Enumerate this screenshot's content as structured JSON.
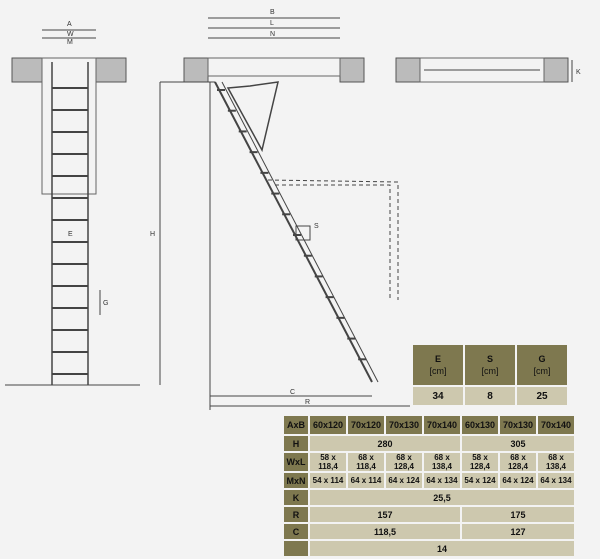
{
  "drawing_labels": {
    "front": [
      "A",
      "W",
      "M",
      "E",
      "G"
    ],
    "side": [
      "B",
      "L",
      "N",
      "H",
      "S",
      "C",
      "R"
    ],
    "top": [
      "K"
    ]
  },
  "small_table": {
    "headers": [
      {
        "letter": "E",
        "unit": "[cm]"
      },
      {
        "letter": "S",
        "unit": "[cm]"
      },
      {
        "letter": "G",
        "unit": "[cm]"
      }
    ],
    "values": [
      "34",
      "8",
      "25"
    ]
  },
  "main_table": {
    "header": {
      "label": "AxB",
      "cols": [
        "60x120",
        "70x120",
        "70x130",
        "70x140",
        "60x130",
        "70x130",
        "70x140"
      ]
    },
    "rows": [
      {
        "label": "H",
        "cells": [
          {
            "v": "280",
            "span": 4
          },
          {
            "v": "305",
            "span": 3
          }
        ]
      },
      {
        "label": "WxL",
        "cells": [
          {
            "v": "58 x 118,4",
            "span": 1
          },
          {
            "v": "68 x 118,4",
            "span": 1
          },
          {
            "v": "68 x 128,4",
            "span": 1
          },
          {
            "v": "68 x 138,4",
            "span": 1
          },
          {
            "v": "58 x 128,4",
            "span": 1
          },
          {
            "v": "68 x 128,4",
            "span": 1
          },
          {
            "v": "68 x 138,4",
            "span": 1
          }
        ]
      },
      {
        "label": "MxN",
        "cells": [
          {
            "v": "54 x 114",
            "span": 1
          },
          {
            "v": "64 x 114",
            "span": 1
          },
          {
            "v": "64 x 124",
            "span": 1
          },
          {
            "v": "64 x 134",
            "span": 1
          },
          {
            "v": "54 x 124",
            "span": 1
          },
          {
            "v": "64 x 124",
            "span": 1
          },
          {
            "v": "64 x 134",
            "span": 1
          }
        ]
      },
      {
        "label": "K",
        "cells": [
          {
            "v": "25,5",
            "span": 7
          }
        ]
      },
      {
        "label": "R",
        "cells": [
          {
            "v": "157",
            "span": 4
          },
          {
            "v": "175",
            "span": 3
          }
        ]
      },
      {
        "label": "C",
        "cells": [
          {
            "v": "118,5",
            "span": 4
          },
          {
            "v": "127",
            "span": 3
          }
        ]
      },
      {
        "label": "",
        "cells": [
          {
            "v": "14",
            "span": 7
          }
        ]
      }
    ]
  },
  "colors": {
    "header": "#7e784f",
    "cell": "#cdc8ae"
  }
}
